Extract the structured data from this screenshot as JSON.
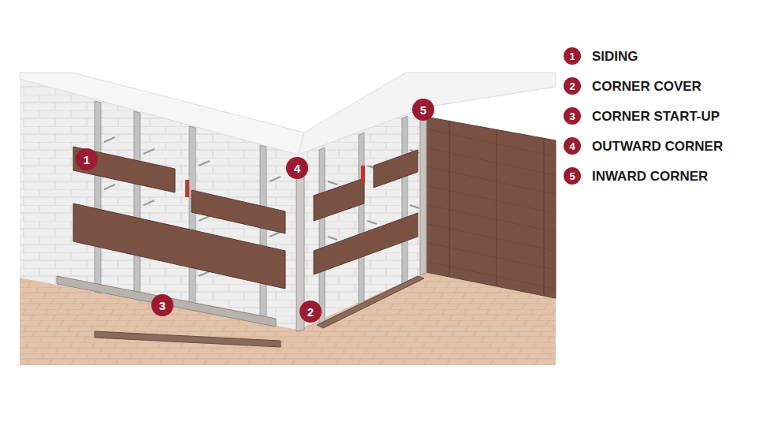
{
  "diagram": {
    "nodes": [
      {
        "text": [
          "1"
        ]
      },
      {
        "text": [
          "2"
        ]
      },
      {
        "text": [
          "3"
        ]
      },
      {
        "text": [
          "4"
        ]
      },
      {
        "text": [
          "5"
        ]
      },
      {
        "text": [
          "1",
          "SIDING"
        ]
      },
      {
        "text": [
          "2",
          "CORNER COVER"
        ]
      },
      {
        "text": [
          "3",
          "CORNER START-UP"
        ]
      },
      {
        "text": [
          "4",
          "OUTWARD CORNER"
        ]
      },
      {
        "text": [
          "5",
          "INWARD CORNER"
        ]
      }
    ]
  }
}
